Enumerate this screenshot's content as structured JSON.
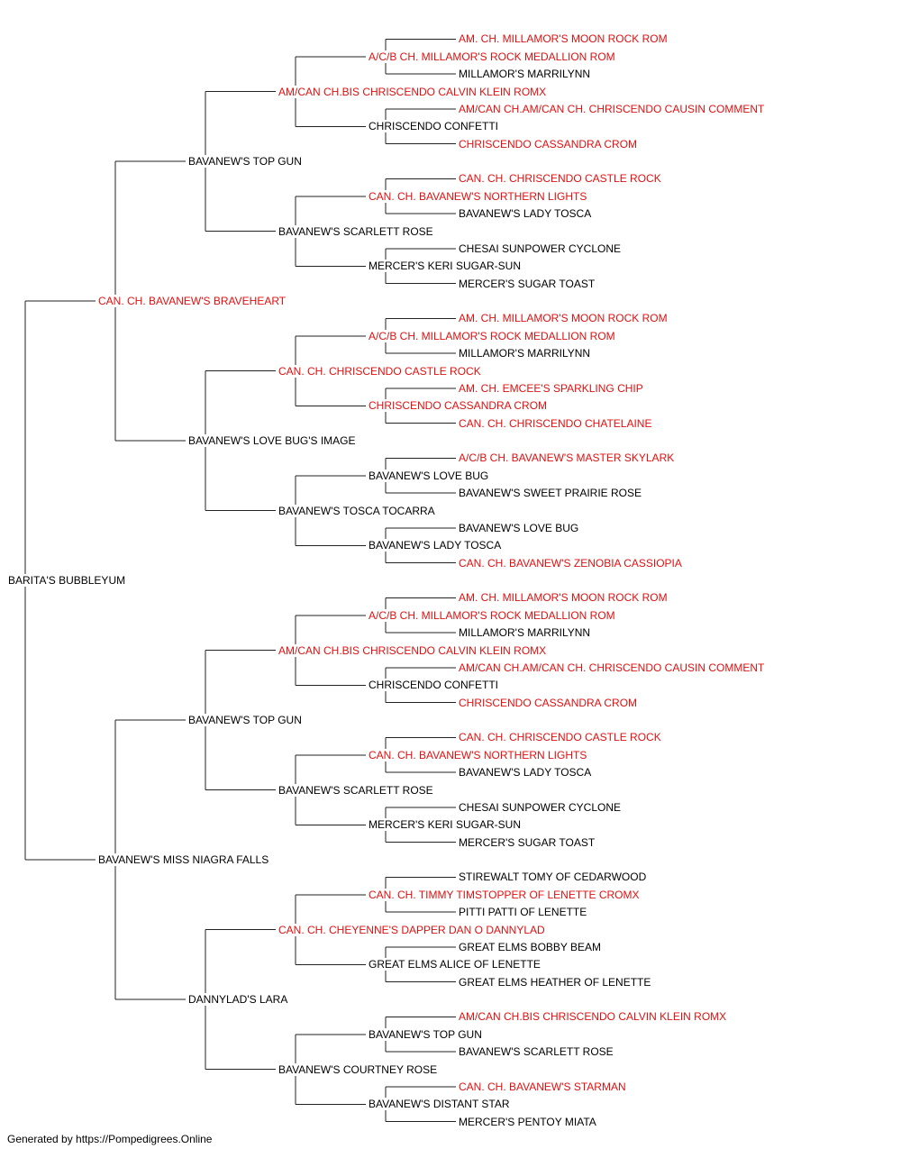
{
  "colors": {
    "champion": "#e01010",
    "normal": "#000000",
    "line": "#222222"
  },
  "footer": "Generated by https://Pompedigrees.Online",
  "pedigree": {
    "name": "BARITA'S BUBBLEYUM",
    "champion": false,
    "sire": {
      "name": "CAN. CH. BAVANEW'S BRAVEHEART",
      "champion": true,
      "sire": {
        "name": "BAVANEW'S TOP GUN",
        "champion": false,
        "sire": {
          "name": "AM/CAN CH.BIS CHRISCENDO CALVIN KLEIN ROMX",
          "champion": true,
          "sire": {
            "name": "A/C/B CH. MILLAMOR'S ROCK MEDALLION ROM",
            "champion": true,
            "sire": {
              "name": "AM. CH. MILLAMOR'S MOON ROCK ROM",
              "champion": true
            },
            "dam": {
              "name": "MILLAMOR'S MARRILYNN",
              "champion": false
            }
          },
          "dam": {
            "name": "CHRISCENDO CONFETTI",
            "champion": false,
            "sire": {
              "name": "AM/CAN CH.AM/CAN CH. CHRISCENDO CAUSIN COMMENT",
              "champion": true
            },
            "dam": {
              "name": "CHRISCENDO CASSANDRA CROM",
              "champion": true
            }
          }
        },
        "dam": {
          "name": "BAVANEW'S SCARLETT ROSE",
          "champion": false,
          "sire": {
            "name": "CAN. CH. BAVANEW'S NORTHERN LIGHTS",
            "champion": true,
            "sire": {
              "name": "CAN. CH. CHRISCENDO CASTLE ROCK",
              "champion": true
            },
            "dam": {
              "name": "BAVANEW'S LADY TOSCA",
              "champion": false
            }
          },
          "dam": {
            "name": "MERCER'S KERI SUGAR-SUN",
            "champion": false,
            "sire": {
              "name": "CHESAI SUNPOWER CYCLONE",
              "champion": false
            },
            "dam": {
              "name": "MERCER'S SUGAR TOAST",
              "champion": false
            }
          }
        }
      },
      "dam": {
        "name": "BAVANEW'S LOVE BUG'S IMAGE",
        "champion": false,
        "sire": {
          "name": "CAN. CH. CHRISCENDO CASTLE ROCK",
          "champion": true,
          "sire": {
            "name": "A/C/B CH. MILLAMOR'S ROCK MEDALLION ROM",
            "champion": true,
            "sire": {
              "name": "AM. CH. MILLAMOR'S MOON ROCK ROM",
              "champion": true
            },
            "dam": {
              "name": "MILLAMOR'S MARRILYNN",
              "champion": false
            }
          },
          "dam": {
            "name": "CHRISCENDO CASSANDRA CROM",
            "champion": true,
            "sire": {
              "name": "AM. CH. EMCEE'S SPARKLING CHIP",
              "champion": true
            },
            "dam": {
              "name": "CAN. CH. CHRISCENDO CHATELAINE",
              "champion": true
            }
          }
        },
        "dam": {
          "name": "BAVANEW'S TOSCA TOCARRA",
          "champion": false,
          "sire": {
            "name": "BAVANEW'S LOVE BUG",
            "champion": false,
            "sire": {
              "name": "A/C/B CH. BAVANEW'S MASTER SKYLARK",
              "champion": true
            },
            "dam": {
              "name": "BAVANEW'S SWEET PRAIRIE ROSE",
              "champion": false
            }
          },
          "dam": {
            "name": "BAVANEW'S LADY TOSCA",
            "champion": false,
            "sire": {
              "name": "BAVANEW'S LOVE BUG",
              "champion": false
            },
            "dam": {
              "name": "CAN. CH. BAVANEW'S ZENOBIA CASSIOPIA",
              "champion": true
            }
          }
        }
      }
    },
    "dam": {
      "name": "BAVANEW'S MISS NIAGRA FALLS",
      "champion": false,
      "sire": {
        "name": "BAVANEW'S TOP GUN",
        "champion": false,
        "sire": {
          "name": "AM/CAN CH.BIS CHRISCENDO CALVIN KLEIN ROMX",
          "champion": true,
          "sire": {
            "name": "A/C/B CH. MILLAMOR'S ROCK MEDALLION ROM",
            "champion": true,
            "sire": {
              "name": "AM. CH. MILLAMOR'S MOON ROCK ROM",
              "champion": true
            },
            "dam": {
              "name": "MILLAMOR'S MARRILYNN",
              "champion": false
            }
          },
          "dam": {
            "name": "CHRISCENDO CONFETTI",
            "champion": false,
            "sire": {
              "name": "AM/CAN CH.AM/CAN CH. CHRISCENDO CAUSIN COMMENT",
              "champion": true
            },
            "dam": {
              "name": "CHRISCENDO CASSANDRA CROM",
              "champion": true
            }
          }
        },
        "dam": {
          "name": "BAVANEW'S SCARLETT ROSE",
          "champion": false,
          "sire": {
            "name": "CAN. CH. BAVANEW'S NORTHERN LIGHTS",
            "champion": true,
            "sire": {
              "name": "CAN. CH. CHRISCENDO CASTLE ROCK",
              "champion": true
            },
            "dam": {
              "name": "BAVANEW'S LADY TOSCA",
              "champion": false
            }
          },
          "dam": {
            "name": "MERCER'S KERI SUGAR-SUN",
            "champion": false,
            "sire": {
              "name": "CHESAI SUNPOWER CYCLONE",
              "champion": false
            },
            "dam": {
              "name": "MERCER'S SUGAR TOAST",
              "champion": false
            }
          }
        }
      },
      "dam": {
        "name": "DANNYLAD'S LARA",
        "champion": false,
        "sire": {
          "name": "CAN. CH. CHEYENNE'S DAPPER DAN O DANNYLAD",
          "champion": true,
          "sire": {
            "name": "CAN. CH. TIMMY TIMSTOPPER OF LENETTE CROMX",
            "champion": true,
            "sire": {
              "name": "STIREWALT TOMY OF CEDARWOOD",
              "champion": false
            },
            "dam": {
              "name": "PITTI PATTI OF LENETTE",
              "champion": false
            }
          },
          "dam": {
            "name": "GREAT ELMS ALICE OF LENETTE",
            "champion": false,
            "sire": {
              "name": "GREAT ELMS BOBBY BEAM",
              "champion": false
            },
            "dam": {
              "name": "GREAT ELMS HEATHER OF LENETTE",
              "champion": false
            }
          }
        },
        "dam": {
          "name": "BAVANEW'S COURTNEY ROSE",
          "champion": false,
          "sire": {
            "name": "BAVANEW'S TOP GUN",
            "champion": false,
            "sire": {
              "name": "AM/CAN CH.BIS CHRISCENDO CALVIN KLEIN ROMX",
              "champion": true
            },
            "dam": {
              "name": "BAVANEW'S SCARLETT ROSE",
              "champion": false
            }
          },
          "dam": {
            "name": "BAVANEW'S DISTANT STAR",
            "champion": false,
            "sire": {
              "name": "CAN. CH. BAVANEW'S STARMAN",
              "champion": true
            },
            "dam": {
              "name": "MERCER'S PENTOY MIATA",
              "champion": false
            }
          }
        }
      }
    }
  }
}
